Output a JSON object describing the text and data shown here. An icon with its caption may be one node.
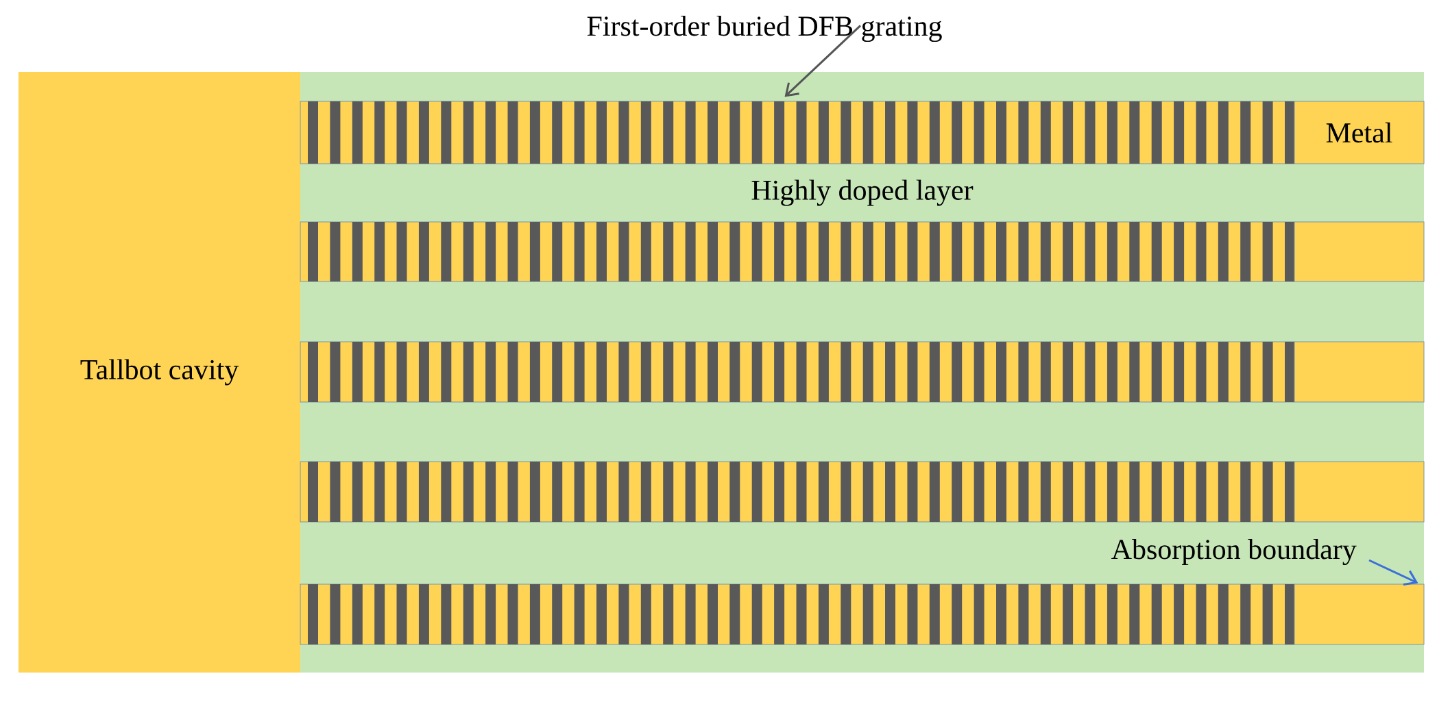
{
  "diagram": {
    "nodes": [
      {
        "text": [
          "Tallbot cavity"
        ]
      },
      {
        "text": [
          "First-order buried DFB grating"
        ]
      },
      {
        "text": [],
        "shape": "bar"
      },
      {
        "text": [
          "Metal"
        ]
      },
      {
        "text": [
          "Highly doped layer"
        ]
      },
      {
        "text": [],
        "shape": "bar"
      },
      {
        "text": [],
        "shape": "box"
      },
      {
        "text": [],
        "shape": "bar"
      },
      {
        "text": [],
        "shape": "box"
      },
      {
        "text": [],
        "shape": "bar"
      },
      {
        "text": [],
        "shape": "box"
      },
      {
        "text": [
          "Absorption boundary"
        ]
      },
      {
        "text": [],
        "shape": "bar"
      },
      {
        "text": [],
        "shape": "box"
      }
    ],
    "edges": [
      {
        "from": 1,
        "to": 2,
        "arrow": "to",
        "color": "#555555"
      },
      {
        "from": 11,
        "to": 13,
        "arrow": "to",
        "color": "#3a6fd8"
      }
    ]
  }
}
